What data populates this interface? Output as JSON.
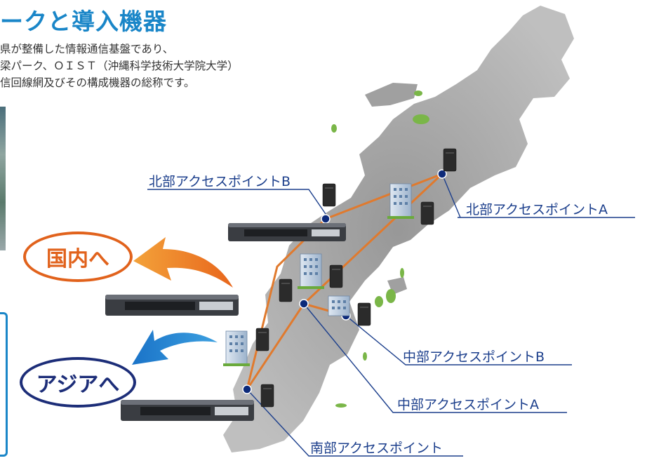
{
  "heading": "ークと導入機器",
  "intro_lines": [
    "県が整備した情報通信基盤であり、",
    "梁パーク、ＯＩＳＴ（沖縄科学技術大学院大学）",
    "信回線網及びその構成機器の総称です。"
  ],
  "access_points": {
    "north_b": "北部アクセスポイントB",
    "north_a": "北部アクセスポイントA",
    "central_b": "中部アクセスポイントB",
    "central_a": "中部アクセスポイントA",
    "south": "南部アクセスポイント"
  },
  "destinations": {
    "domestic": "国内へ",
    "asia": "アジアへ"
  },
  "colors": {
    "heading": "#1a86c8",
    "label": "#1c3f8c",
    "link": "#e07a2e",
    "node": "#0d2a7a",
    "island": "#9a9a9a",
    "green": "#7ab648",
    "domestic": "#e1621c",
    "asia": "#1c2d78"
  }
}
